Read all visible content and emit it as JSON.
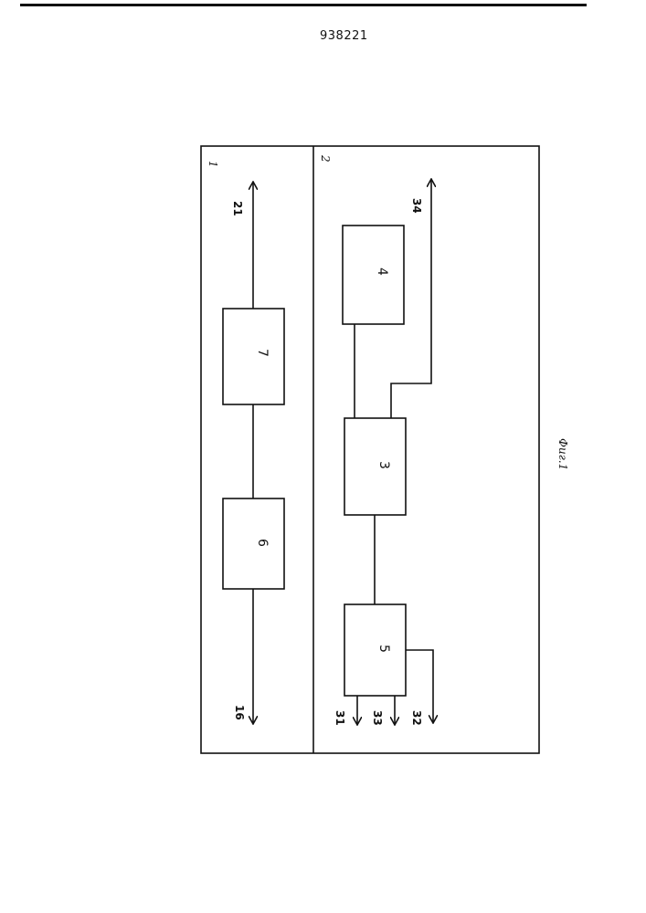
{
  "document_number": "938221",
  "figure_caption": "Фиг.1",
  "sections": [
    {
      "id": "section-1",
      "label": "1"
    },
    {
      "id": "section-2",
      "label": "2"
    }
  ],
  "blocks": [
    {
      "id": "block-6",
      "label": "6"
    },
    {
      "id": "block-7",
      "label": "7"
    },
    {
      "id": "block-3",
      "label": "3"
    },
    {
      "id": "block-4",
      "label": "4"
    },
    {
      "id": "block-5",
      "label": "5"
    }
  ],
  "connections": [
    {
      "id": "line-16",
      "label": "16"
    },
    {
      "id": "line-21",
      "label": "21"
    },
    {
      "id": "line-31",
      "label": "31"
    },
    {
      "id": "line-33",
      "label": "33"
    },
    {
      "id": "line-32",
      "label": "32"
    },
    {
      "id": "line-34",
      "label": "34"
    }
  ]
}
